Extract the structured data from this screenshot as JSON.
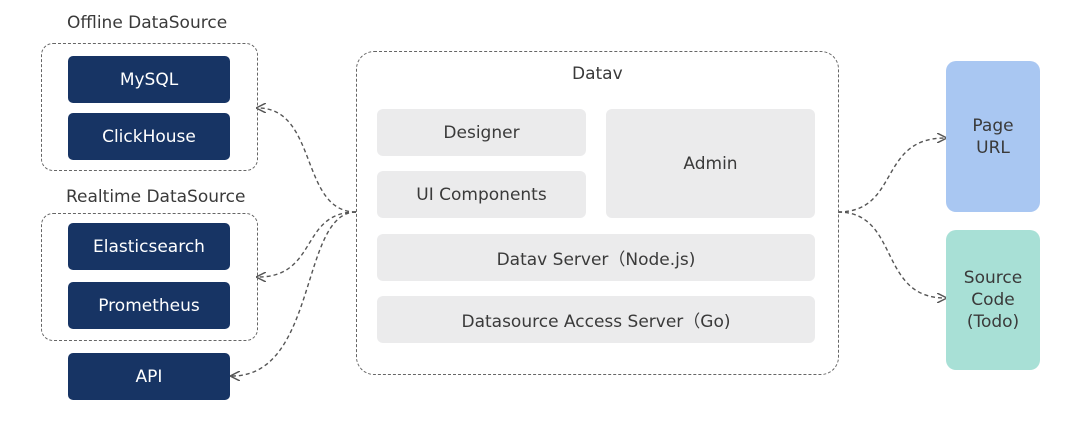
{
  "offline": {
    "title": "Offline DataSource",
    "items": [
      "MySQL",
      "ClickHouse"
    ]
  },
  "realtime": {
    "title": "Realtime DataSource",
    "items": [
      "Elasticsearch",
      "Prometheus"
    ]
  },
  "api": {
    "label": "API"
  },
  "datav": {
    "title": "Datav",
    "designer": "Designer",
    "ui_components": "UI Components",
    "admin": "Admin",
    "server": "Datav Server（Node.js)",
    "access_server": "Datasource Access Server（Go)"
  },
  "outputs": {
    "page_url": "Page\nURL",
    "source_code": "Source\nCode\n(Todo)"
  },
  "colors": {
    "navy": "#173464",
    "gray_box": "#ebebec",
    "page_url_bg": "#a9c7f2",
    "source_code_bg": "#a8e0d6"
  }
}
